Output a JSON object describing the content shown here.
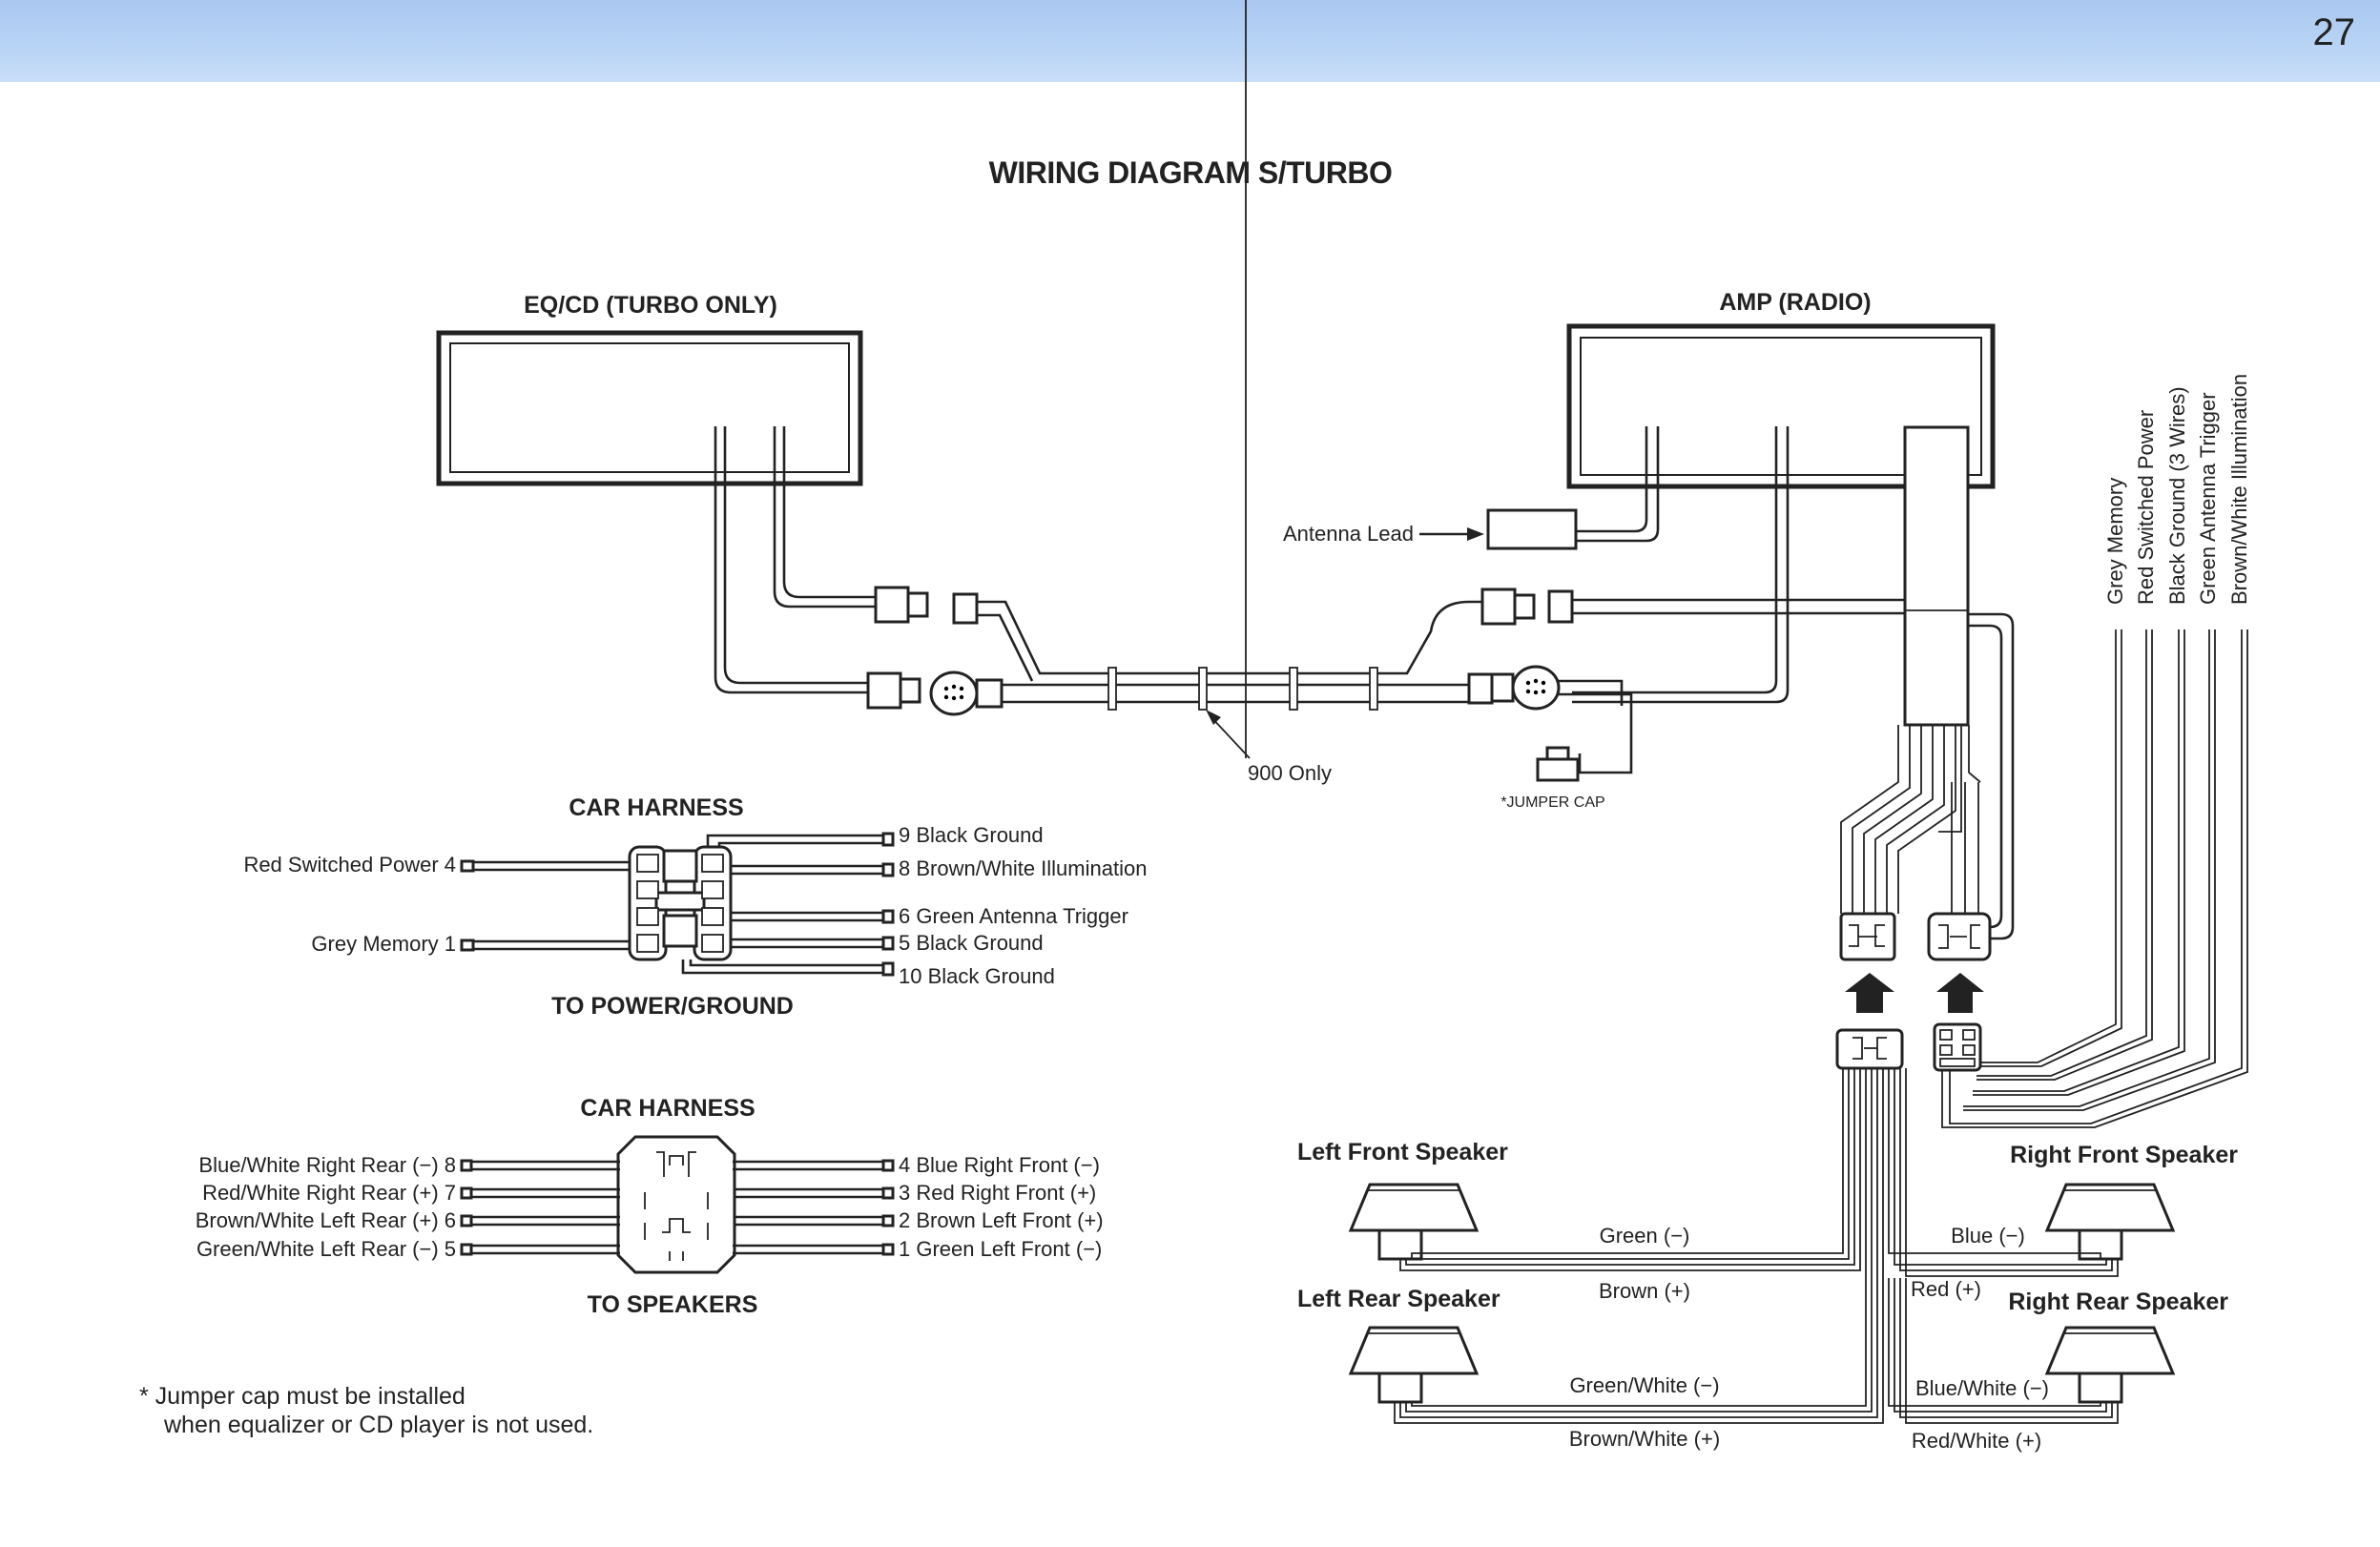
{
  "page_number": "27",
  "title": "WIRING DIAGRAM S/TURBO",
  "units": {
    "eq_cd": "EQ/CD (TURBO ONLY)",
    "amp": "AMP (RADIO)"
  },
  "callouts": {
    "antenna_lead": "Antenna Lead",
    "only_900": "900 Only",
    "jumper_cap": "*JUMPER CAP"
  },
  "amp_wires": [
    "Grey Memory",
    "Red Switched Power",
    "Black Ground (3 Wires)",
    "Green Antenna Trigger",
    "Brown/White Illumination"
  ],
  "power_harness": {
    "title": "CAR HARNESS",
    "subtitle": "TO POWER/GROUND",
    "left_pins": [
      "Red Switched Power 4",
      "Grey Memory 1"
    ],
    "right_pins": [
      "9 Black Ground",
      "8 Brown/White Illumination",
      "6 Green Antenna Trigger",
      "5 Black Ground",
      "10 Black Ground"
    ]
  },
  "speaker_harness": {
    "title": "CAR HARNESS",
    "subtitle": "TO SPEAKERS",
    "left_pins": [
      "Blue/White Right Rear (−) 8",
      "Red/White Right Rear (+) 7",
      "Brown/White Left Rear (+) 6",
      "Green/White Left Rear (−) 5"
    ],
    "right_pins": [
      "4 Blue Right Front (−)",
      "3 Red Right Front (+)",
      "2 Brown Left Front (+)",
      "1 Green Left Front (−)"
    ]
  },
  "speakers": {
    "left_front": "Left Front Speaker",
    "left_rear": "Left Rear Speaker",
    "right_front": "Right Front Speaker",
    "right_rear": "Right Rear Speaker"
  },
  "speaker_wires": {
    "green": "Green (−)",
    "brown": "Brown (+)",
    "green_white": "Green/White (−)",
    "brown_white": "Brown/White (+)",
    "blue": "Blue (−)",
    "red": "Red (+)",
    "blue_white": "Blue/White (−)",
    "red_white": "Red/White (+)"
  },
  "footnote": {
    "line1": "* Jumper cap must be installed",
    "line2": "when equalizer or CD player is not used."
  }
}
